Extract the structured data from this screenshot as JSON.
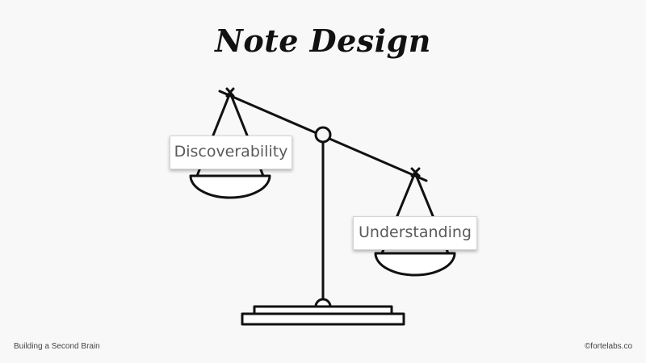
{
  "slide": {
    "title": "Note Design",
    "footer_left": "Building a Second Brain",
    "footer_right": "©fortelabs.co"
  },
  "scale": {
    "left_pan_label": "Discoverability",
    "right_pan_label": "Understanding",
    "tilt": "left side raised, right side lowered"
  },
  "colors": {
    "background": "#f8f8f8",
    "ink": "#111111",
    "label_text": "#5a5a5a",
    "card_background": "#ffffff"
  }
}
